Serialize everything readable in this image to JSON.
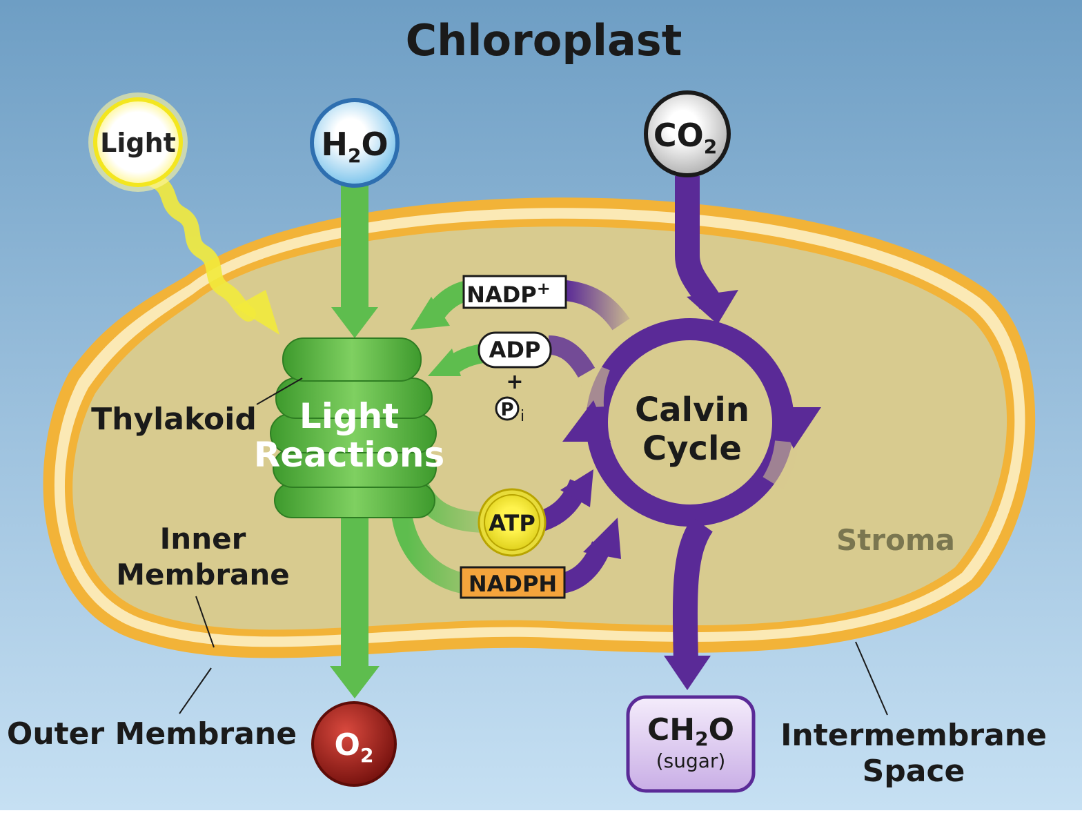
{
  "title": "Chloroplast",
  "inputs": {
    "light": "Light",
    "water": {
      "main": "H",
      "sub": "2",
      "tail": "O"
    },
    "co2": {
      "main": "CO",
      "sub": "2"
    }
  },
  "outputs": {
    "oxygen": {
      "main": "O",
      "sub": "2"
    },
    "sugar": {
      "main": "CH",
      "sub": "2",
      "tail": "O",
      "note": "(sugar)"
    }
  },
  "stages": {
    "light_reactions": {
      "line1": "Light",
      "line2": "Reactions"
    },
    "calvin_cycle": {
      "line1": "Calvin",
      "line2": "Cycle"
    }
  },
  "molecules": {
    "nadp": {
      "main": "NADP",
      "sup": "+"
    },
    "adp": "ADP",
    "plus": "+",
    "pi": {
      "symbol": "P",
      "sub": "i"
    },
    "atp": "ATP",
    "nadph": "NADPH"
  },
  "labels": {
    "thylakoid": "Thylakoid",
    "inner_membrane": {
      "line1": "Inner",
      "line2": "Membrane"
    },
    "outer_membrane": "Outer Membrane",
    "stroma": "Stroma",
    "intermembrane_space": {
      "line1": "Intermembrane",
      "line2": "Space"
    }
  },
  "colors": {
    "background_top": "#6e9ec4",
    "background_bottom": "#c6e0f3",
    "stroma": "#d8cb8f",
    "membrane": "#f2b338",
    "light_green": "#5ebd4e",
    "calvin_purple": "#5a2a97",
    "light_yellow": "#f2ea3c",
    "oxygen_red": "#a3201a",
    "nadph_orange": "#f4a43c"
  }
}
